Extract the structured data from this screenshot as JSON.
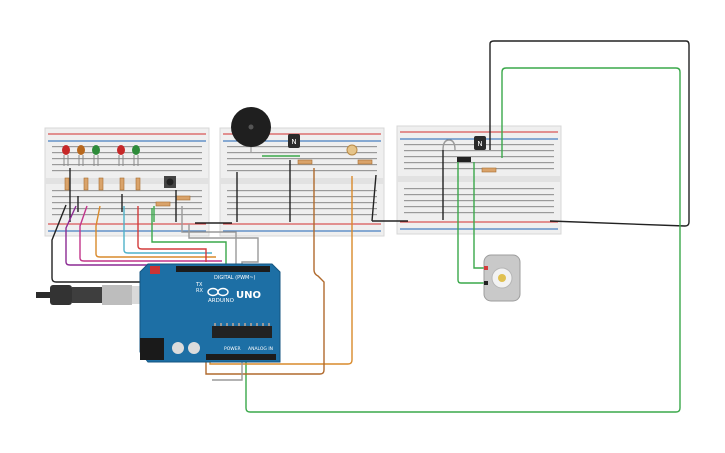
{
  "board": {
    "brand": "ARDUINO",
    "model": "UNO",
    "header_digital": "DIGITAL (PWM~)",
    "header_power": "POWER",
    "header_analog": "ANALOG IN",
    "tx_label": "TX",
    "rx_label": "RX",
    "transistor_label": "N"
  },
  "colors": {
    "background": "#ffffff",
    "breadboard": "#efefef",
    "rail_red": "#d32f2f",
    "rail_blue": "#1e63b6",
    "arduino": "#1d6fa5",
    "wire_black": "#222222",
    "wire_green": "#3aa84a",
    "wire_orange": "#d98a2b",
    "wire_purple": "#8b2a93",
    "wire_magenta": "#c2358a",
    "wire_cyan": "#4fb2c9",
    "wire_red": "#d33b3b",
    "wire_brown": "#b06a2d",
    "wire_gray": "#9a9a9a",
    "led_red": "#c62828",
    "led_orange": "#b8681d",
    "led_green": "#2e8b3a",
    "motor": "#c9c9c9"
  }
}
